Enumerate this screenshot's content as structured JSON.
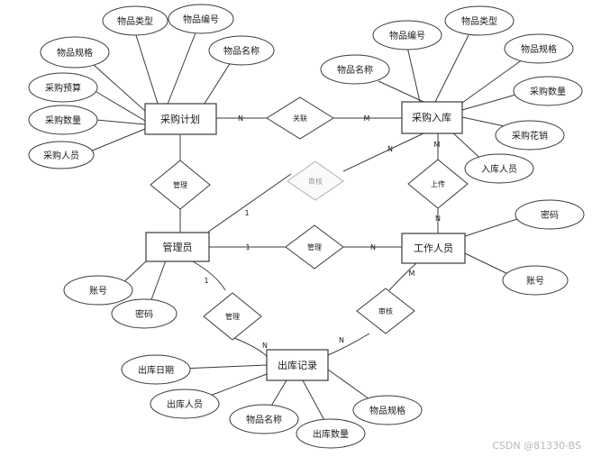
{
  "entities": {
    "purchase_plan": "采购计划",
    "purchase_storage": "采购入库",
    "admin": "管理员",
    "worker": "工作人员",
    "outbound_record": "出库记录"
  },
  "relationships": {
    "link": "关联",
    "manage_plan": "管理",
    "review": "审核",
    "upload": "上传",
    "manage_worker": "管理",
    "manage_outbound": "管理",
    "approve": "审核"
  },
  "cardinalities": {
    "plan_link": "N",
    "link_storage": "M",
    "admin_review": "1",
    "review_storage": "N",
    "storage_upload": "M",
    "upload_worker": "N",
    "admin_manage": "1",
    "manage_worker": "N",
    "admin_manage_out": "1",
    "manage_out_record": "N",
    "worker_approve": "M",
    "approve_record": "N"
  },
  "attributes": {
    "plan": [
      "物品类型",
      "物品编号",
      "物品规格",
      "物品名称",
      "采购预算",
      "采购数量",
      "采购人员"
    ],
    "storage": [
      "物品编号",
      "物品类型",
      "物品名称",
      "物品规格",
      "采购数量",
      "采购花销",
      "入库人员"
    ],
    "worker": [
      "密码",
      "账号"
    ],
    "admin": [
      "账号",
      "密码"
    ],
    "outbound": [
      "出库日期",
      "出库人员",
      "物品名称",
      "出库数量",
      "物品规格"
    ]
  },
  "watermark": "CSDN @81330-BS"
}
